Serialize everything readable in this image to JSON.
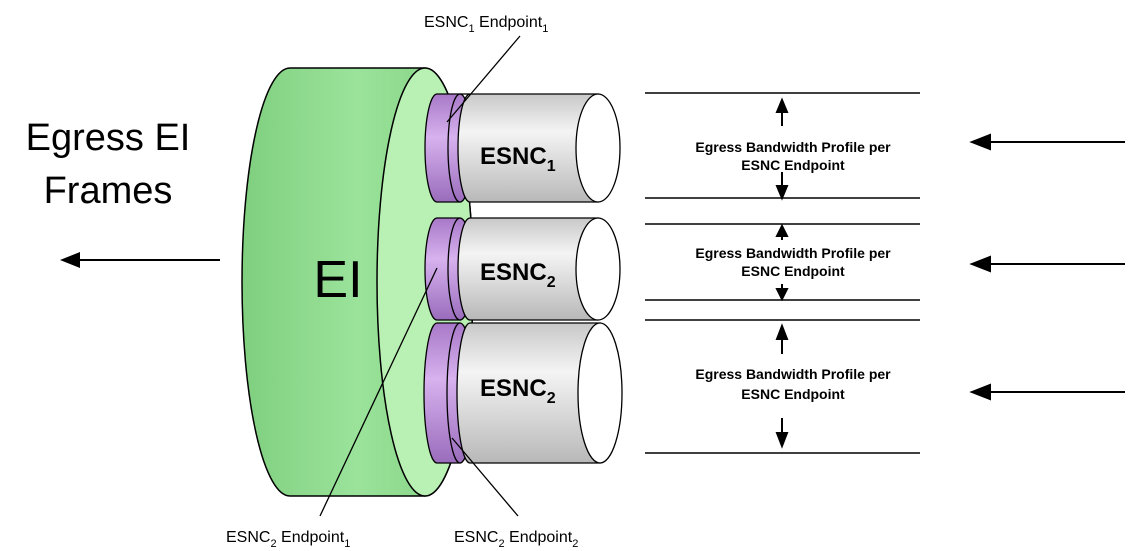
{
  "left_label": {
    "line1": "Egress EI",
    "line2": "Frames"
  },
  "ei_label": "EI",
  "esnc_cylinders": [
    {
      "name": "ESNC",
      "sub": "1"
    },
    {
      "name": "ESNC",
      "sub": "2"
    },
    {
      "name": "ESNC",
      "sub": "2"
    }
  ],
  "profiles": [
    {
      "line1": "Egress Bandwidth Profile per",
      "line2": "ESNC Endpoint"
    },
    {
      "line1": "Egress Bandwidth Profile per",
      "line2": "ESNC Endpoint"
    },
    {
      "line1": "Egress Bandwidth Profile per",
      "line2": "ESNC Endpoint"
    }
  ],
  "callouts": {
    "top": {
      "a": "ESNC",
      "a_sub": "1",
      "b": "Endpoint",
      "b_sub": "1"
    },
    "bottom_left": {
      "a": "ESNC",
      "a_sub": "2",
      "b": "Endpoint",
      "b_sub": "1"
    },
    "bottom_right": {
      "a": "ESNC",
      "a_sub": "2",
      "b": "Endpoint",
      "b_sub": "2"
    }
  },
  "colors": {
    "ei_green": "#8fd98f",
    "ei_face": "#b8f0b0",
    "endpoint_purple": "#c79ee0",
    "esnc_gray": "#e4e4e4"
  }
}
